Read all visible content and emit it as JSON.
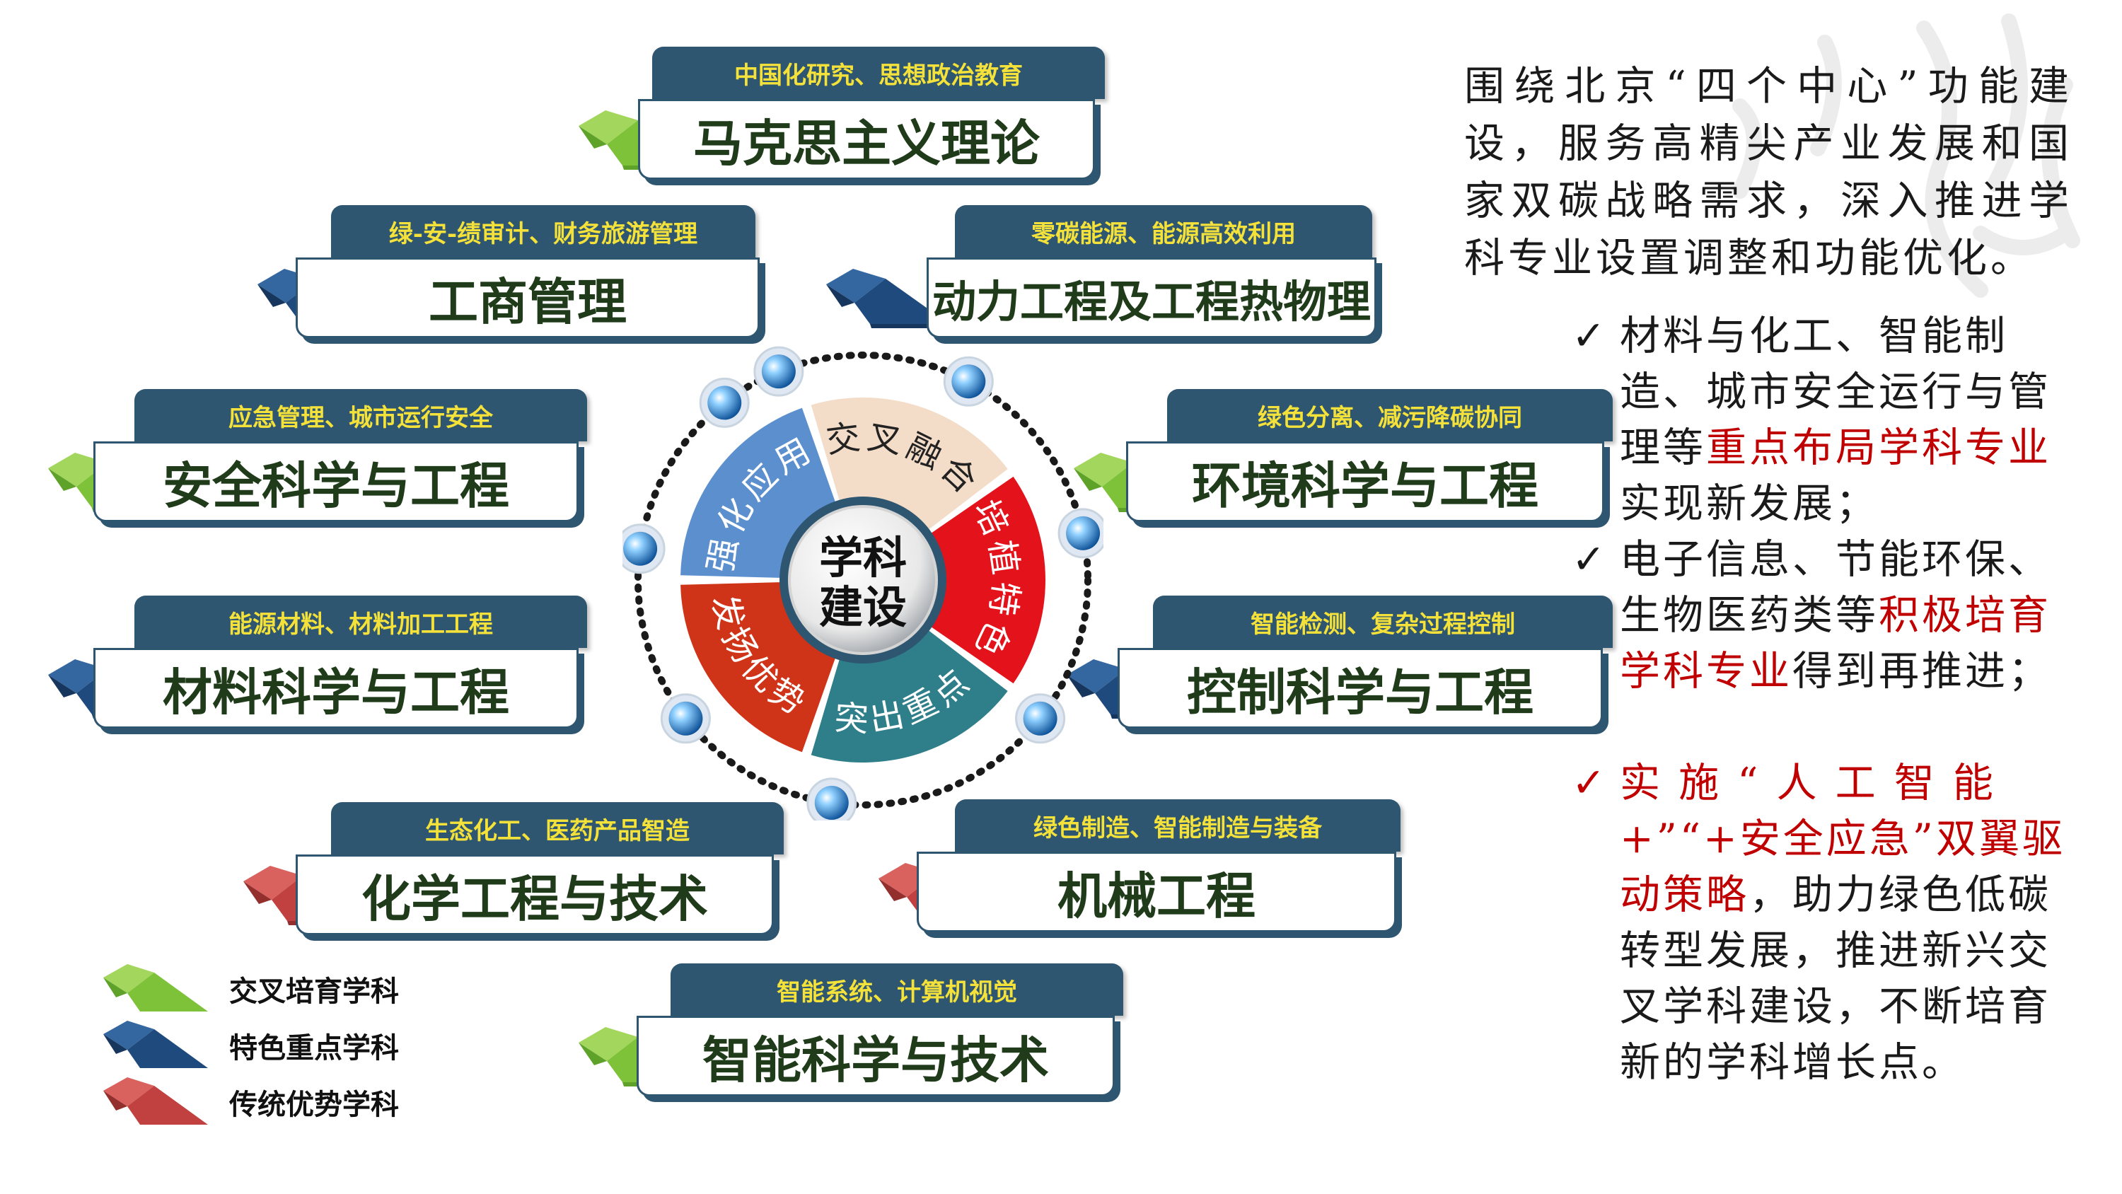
{
  "colors": {
    "tab_bg": "#2f5671",
    "tab_text": "#f4e23a",
    "title_text": "#1f3b1a",
    "green_gem": "#7ec23a",
    "blue_gem": "#1f4a7d",
    "red_gem": "#c0413f",
    "highlight": "#c00000"
  },
  "cards": [
    {
      "id": "marxism",
      "subtitle": "中国化研究、思想政治教育",
      "title": "马克思主义理论",
      "category": "green"
    },
    {
      "id": "business",
      "subtitle": "绿-安-绩审计、财务旅游管理",
      "title": "工商管理",
      "category": "blue"
    },
    {
      "id": "power",
      "subtitle": "零碳能源、能源高效利用",
      "title": "动力工程及工程热物理",
      "category": "blue"
    },
    {
      "id": "safety",
      "subtitle": "应急管理、城市运行安全",
      "title": "安全科学与工程",
      "category": "green"
    },
    {
      "id": "environment",
      "subtitle": "绿色分离、减污降碳协同",
      "title": "环境科学与工程",
      "category": "green"
    },
    {
      "id": "materials",
      "subtitle": "能源材料、材料加工工程",
      "title": "材料科学与工程",
      "category": "blue"
    },
    {
      "id": "control",
      "subtitle": "智能检测、复杂过程控制",
      "title": "控制科学与工程",
      "category": "blue"
    },
    {
      "id": "chemical",
      "subtitle": "生态化工、医药产品智造",
      "title": "化学工程与技术",
      "category": "red"
    },
    {
      "id": "mechanical",
      "subtitle": "绿色制造、智能制造与装备",
      "title": "机械工程",
      "category": "red"
    },
    {
      "id": "intelligence",
      "subtitle": "智能系统、计算机视觉",
      "title": "智能科学与技术",
      "category": "green"
    }
  ],
  "hub": {
    "center_line1": "学科",
    "center_line2": "建设",
    "segments": [
      {
        "label": "交叉融合",
        "color": "#f4ddc8"
      },
      {
        "label": "培植特色",
        "color": "#e3121b"
      },
      {
        "label": "突出重点",
        "color": "#2e7f8a"
      },
      {
        "label": "发扬优势",
        "color": "#cf3419"
      },
      {
        "label": "强化应用",
        "color": "#5b8fce"
      }
    ]
  },
  "legend": [
    {
      "label": "交叉培育学科",
      "category": "green"
    },
    {
      "label": "特色重点学科",
      "category": "blue"
    },
    {
      "label": "传统优势学科",
      "category": "red"
    }
  ],
  "text": {
    "intro": "围绕北京“四个中心”功能建设，服务高精尖产业发展和国家双碳战略需求，深入推进学科专业设置调整和功能优化。",
    "check": "✓",
    "b1_a": "材料与化工、智能制造、城市安全运行与管理等",
    "b1_red": "重点布局学科专业",
    "b1_b": "实现新发展；",
    "b2_a": "电子信息、节能环保、生物医药类等",
    "b2_red": "积极培育学科专业",
    "b2_b": "得到再推进；",
    "b3_red": "实 施 “ 人 工 智 能 +”“+安全应急”双翼驱动策略",
    "b3_b": "，助力绿色低碳转型发展，推进新兴交叉学科建设，不断培育新的学科增长点。"
  }
}
